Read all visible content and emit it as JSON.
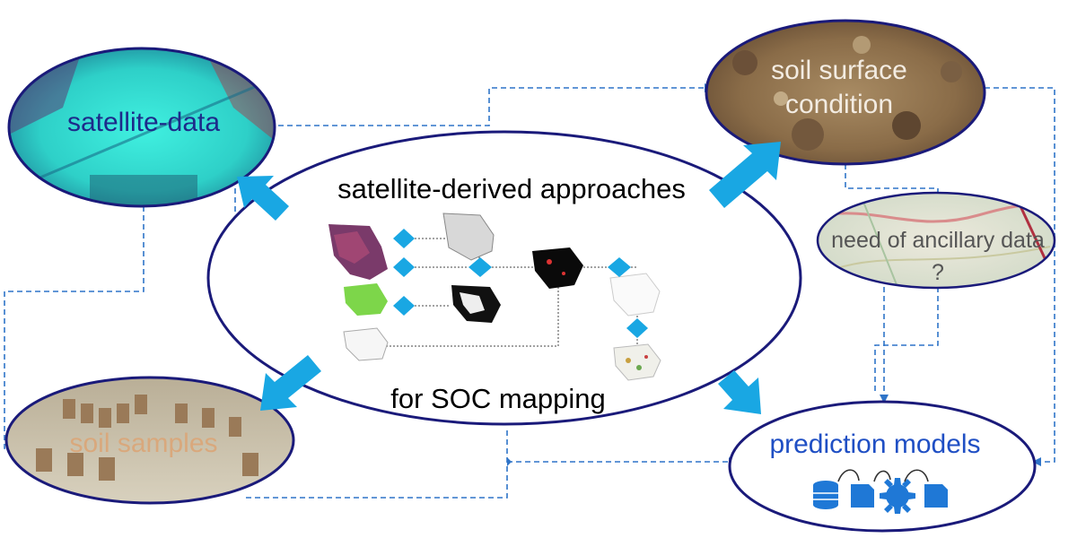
{
  "center": {
    "title": "satellite-derived  approaches",
    "subtitle": "for SOC mapping"
  },
  "nodes": {
    "satellite": "satellite-data",
    "soil_surface": "soil surface condition",
    "ancillary": "need of ancillary data ?",
    "samples": "soil samples",
    "prediction": "prediction models"
  },
  "icons": {
    "satellite_image": "satellite-image-thumbnail",
    "soil_image": "soil-surface-photo",
    "map_image": "road-map-thumbnail",
    "samples_image": "soil-samples-photo",
    "workflow": "processing-workflow-diagram",
    "model_icons": [
      "database-icon",
      "document-icon",
      "gear-icon",
      "document-icon"
    ]
  },
  "colors": {
    "ellipse_stroke": "#1a1a7a",
    "arrow_fill": "#19a7e3",
    "dashed_line": "#2f74c8",
    "prediction_text": "#1f4fc4",
    "satellite_text": "#1d2a8a"
  }
}
